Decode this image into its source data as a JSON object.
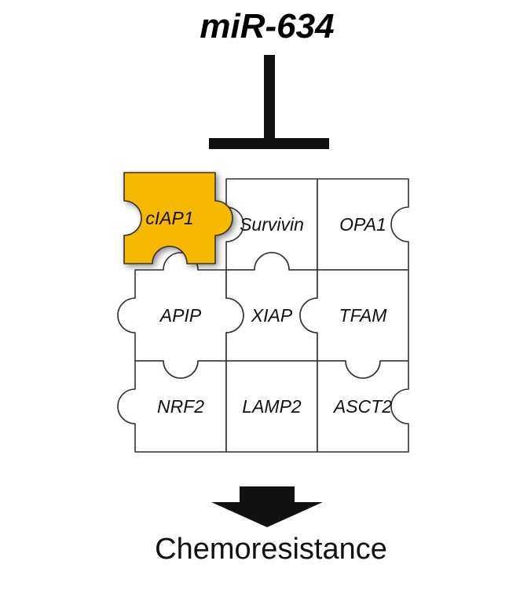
{
  "title": "miR-634",
  "outcome": "Chemoresistance",
  "colors": {
    "highlight": "#F7B800",
    "piece_fill": "#ffffff",
    "outline": "#333333",
    "ink": "#111111"
  },
  "grid": [
    [
      {
        "label": "cIAP1",
        "highlighted": true
      },
      {
        "label": "Survivin",
        "highlighted": false
      },
      {
        "label": "OPA1",
        "highlighted": false
      }
    ],
    [
      {
        "label": "APIP",
        "highlighted": false
      },
      {
        "label": "XIAP",
        "highlighted": false
      },
      {
        "label": "TFAM",
        "highlighted": false
      }
    ],
    [
      {
        "label": "NRF2",
        "highlighted": false
      },
      {
        "label": "LAMP2",
        "highlighted": false
      },
      {
        "label": "ASCT2",
        "highlighted": false
      }
    ]
  ]
}
